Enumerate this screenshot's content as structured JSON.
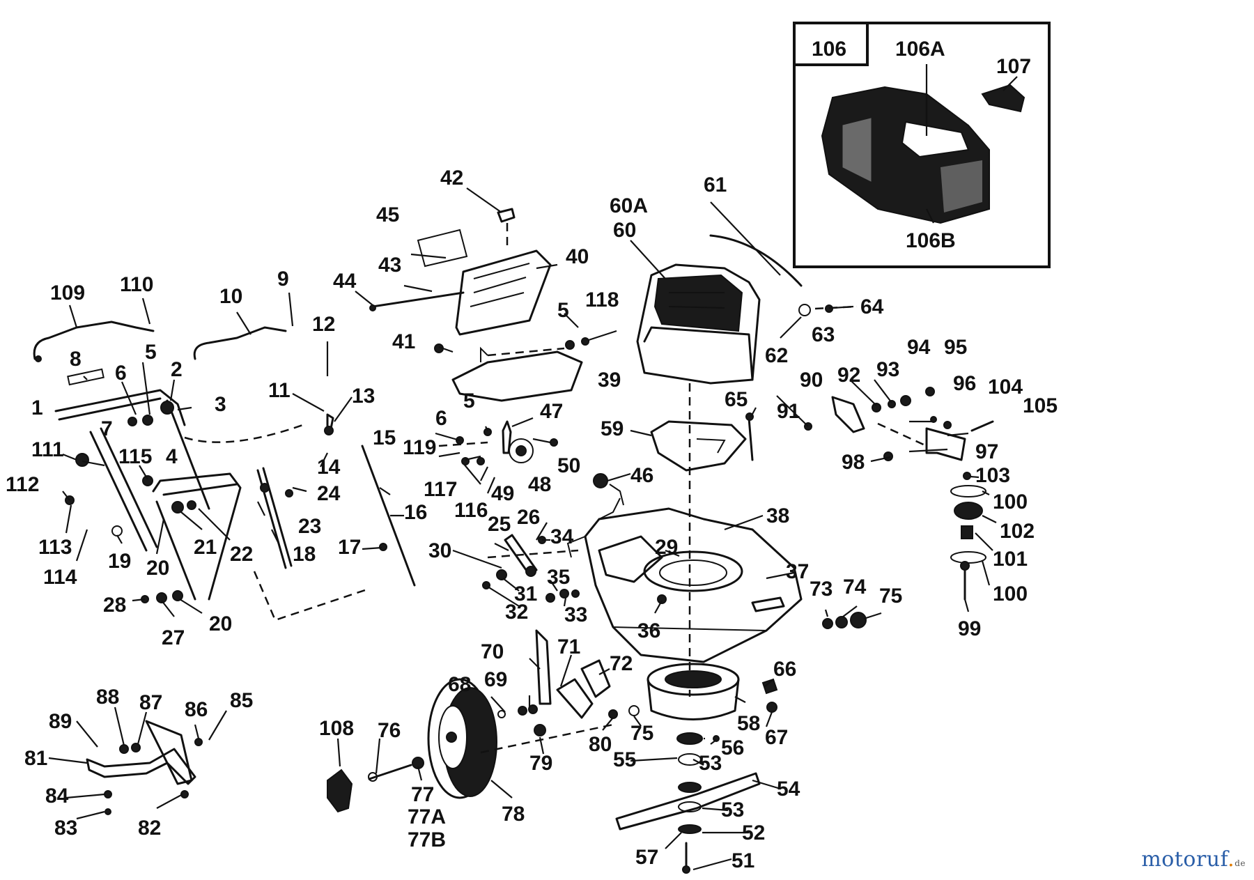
{
  "labels": {
    "p1": "1",
    "p2": "2",
    "p3": "3",
    "p4": "4",
    "p5a": "5",
    "p5b": "5",
    "p5c": "5",
    "p6a": "6",
    "p6b": "6",
    "p7": "7",
    "p8": "8",
    "p9": "9",
    "p10": "10",
    "p11": "11",
    "p12": "12",
    "p13": "13",
    "p14": "14",
    "p15": "15",
    "p16": "16",
    "p17": "17",
    "p18": "18",
    "p19": "19",
    "p20a": "20",
    "p20b": "20",
    "p21": "21",
    "p22": "22",
    "p23": "23",
    "p24": "24",
    "p25": "25",
    "p26": "26",
    "p27": "27",
    "p28": "28",
    "p29": "29",
    "p30": "30",
    "p31": "31",
    "p32": "32",
    "p33": "33",
    "p34": "34",
    "p35": "35",
    "p36": "36",
    "p37": "37",
    "p38": "38",
    "p39": "39",
    "p40": "40",
    "p41": "41",
    "p42": "42",
    "p43": "43",
    "p44": "44",
    "p45": "45",
    "p46": "46",
    "p47": "47",
    "p48": "48",
    "p49": "49",
    "p50": "50",
    "p51": "51",
    "p52": "52",
    "p53a": "53",
    "p53b": "53",
    "p54": "54",
    "p55": "55",
    "p56": "56",
    "p57": "57",
    "p58": "58",
    "p59": "59",
    "p60": "60",
    "p60A": "60A",
    "p61": "61",
    "p62": "62",
    "p63": "63",
    "p64": "64",
    "p65": "65",
    "p66": "66",
    "p67": "67",
    "p68": "68",
    "p69": "69",
    "p70": "70",
    "p71": "71",
    "p72": "72",
    "p73": "73",
    "p74": "74",
    "p75a": "75",
    "p75b": "75",
    "p76": "76",
    "p77": "77",
    "p77A": "77A",
    "p77B": "77B",
    "p78": "78",
    "p79": "79",
    "p80": "80",
    "p81": "81",
    "p82": "82",
    "p83": "83",
    "p84": "84",
    "p85": "85",
    "p86": "86",
    "p87": "87",
    "p88": "88",
    "p89": "89",
    "p90": "90",
    "p91": "91",
    "p92": "92",
    "p93": "93",
    "p94": "94",
    "p95": "95",
    "p96": "96",
    "p97": "97",
    "p98": "98",
    "p99": "99",
    "p100a": "100",
    "p100b": "100",
    "p101": "101",
    "p102": "102",
    "p103": "103",
    "p104": "104",
    "p105": "105",
    "p106": "106",
    "p106A": "106A",
    "p106B": "106B",
    "p107": "107",
    "p108": "108",
    "p109": "109",
    "p110": "110",
    "p111": "111",
    "p112": "112",
    "p113": "113",
    "p114": "114",
    "p115": "115",
    "p116": "116",
    "p117": "117",
    "p118": "118",
    "p119": "119"
  },
  "logo": {
    "name": "motoruf",
    "tld": "de"
  }
}
